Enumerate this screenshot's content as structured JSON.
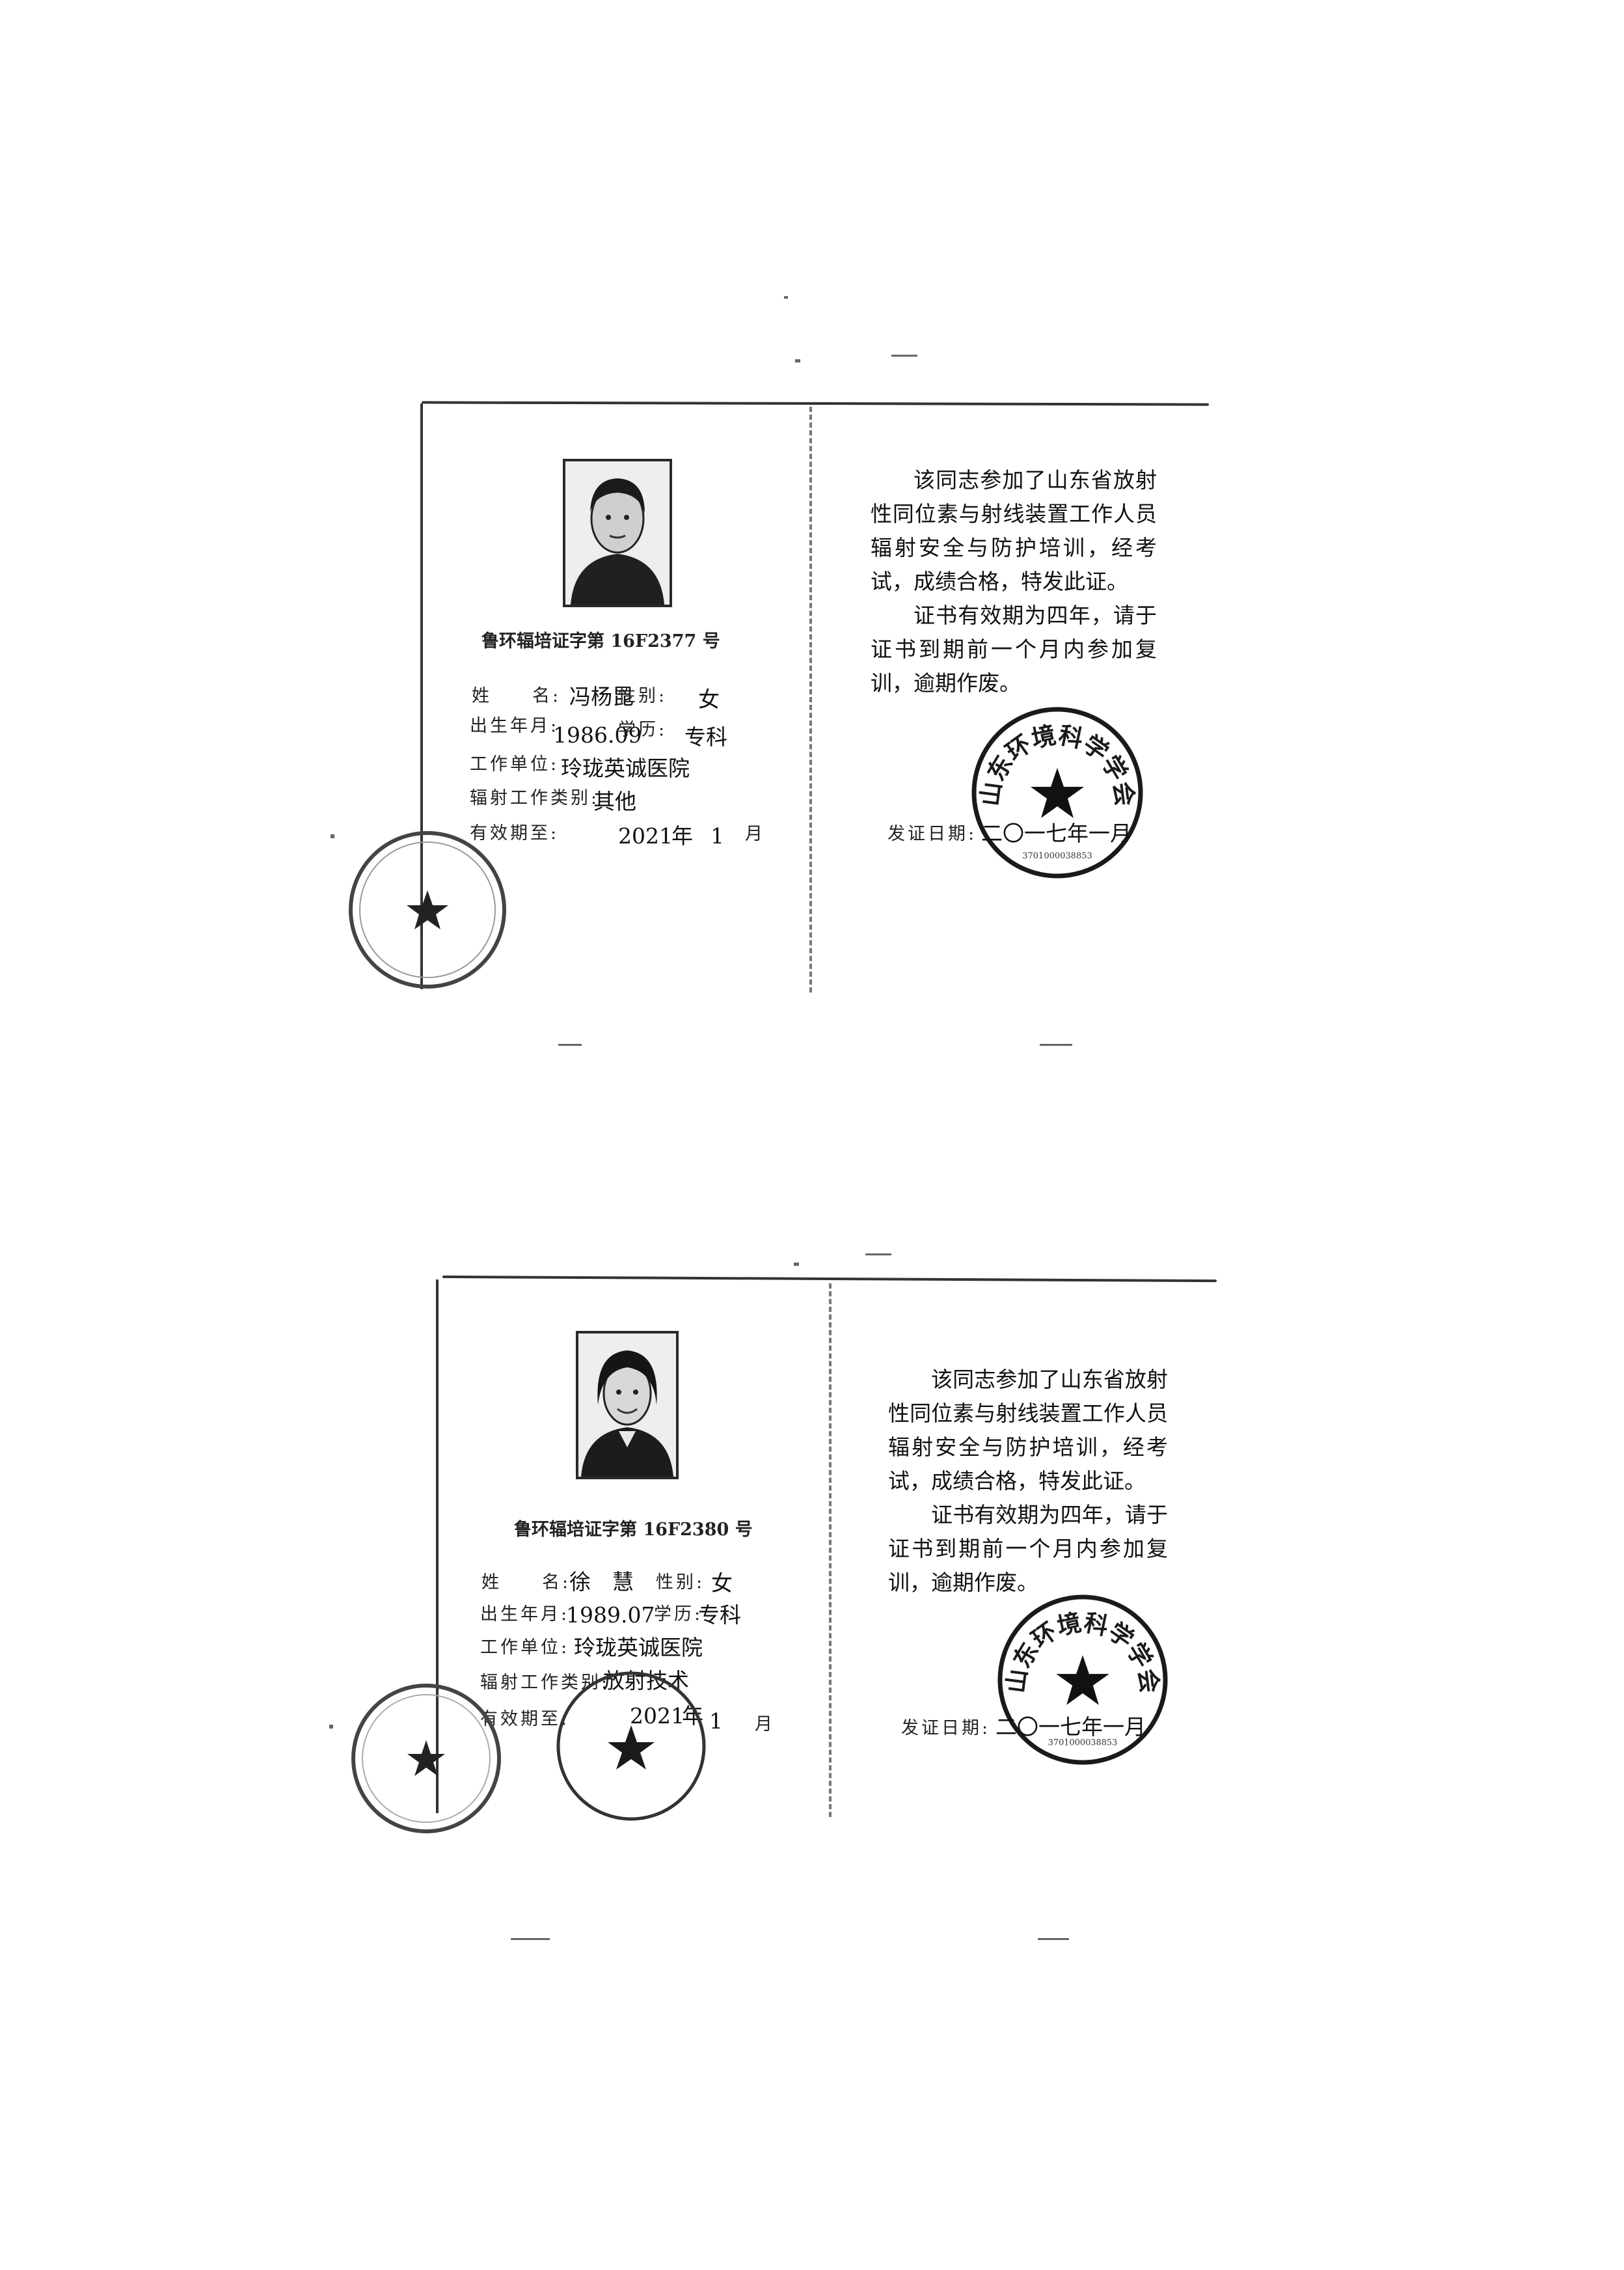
{
  "certificates": [
    {
      "cert_number": "鲁环辐培证字第 16F2377 号",
      "labels": {
        "name": "姓　　名:",
        "gender": "性别:",
        "birth": "出生年月:",
        "education": "学历:",
        "employer": "工作单位:",
        "work_type": "辐射工作类别:",
        "valid_until": "有效期至:",
        "year_unit": "年",
        "month_unit": "月",
        "issue_date": "发证日期:"
      },
      "name": "冯杨昆",
      "gender": "女",
      "birth": "1986.09",
      "education": "专科",
      "employer": "玲珑英诚医院",
      "work_type": "其他",
      "valid_year": "2021",
      "valid_month": "1",
      "issue_date_value": "二〇一七年一月",
      "paragraph1": "该同志参加了山东省放射性同位素与射线装置工作人员辐射安全与防护培训，经考试，成绩合格，特发此证。",
      "paragraph2": "证书有效期为四年，请于证书到期前一个月内参加复训，逾期作废。",
      "seal_text": "山东环境科学学会",
      "seal_number": "3701000038853"
    },
    {
      "cert_number": "鲁环辐培证字第 16F2380 号",
      "labels": {
        "name": "姓　　名:",
        "gender": "性别:",
        "birth": "出生年月:",
        "education": "学历:",
        "employer": "工作单位:",
        "work_type": "辐射工作类别:",
        "valid_until": "有效期至:",
        "year_unit": "年",
        "month_unit": "月",
        "issue_date": "发证日期:"
      },
      "name": "徐　慧",
      "gender": "女",
      "birth": "1989.07",
      "education": "专科",
      "employer": "玲珑英诚医院",
      "work_type": "放射技术",
      "valid_year": "2021",
      "valid_month": "1",
      "issue_date_value": "二〇一七年一月",
      "paragraph1": "该同志参加了山东省放射性同位素与射线装置工作人员辐射安全与防护培训，经考试，成绩合格，特发此证。",
      "paragraph2": "证书有效期为四年，请于证书到期前一个月内参加复训，逾期作废。",
      "seal_text": "山东环境科学学会",
      "seal_number": "3701000038853"
    }
  ],
  "colors": {
    "ink": "#1a1a1a",
    "frame": "#333333",
    "paper": "#ffffff"
  },
  "icons": [
    "portrait-photo",
    "star-seal",
    "faint-seal"
  ]
}
